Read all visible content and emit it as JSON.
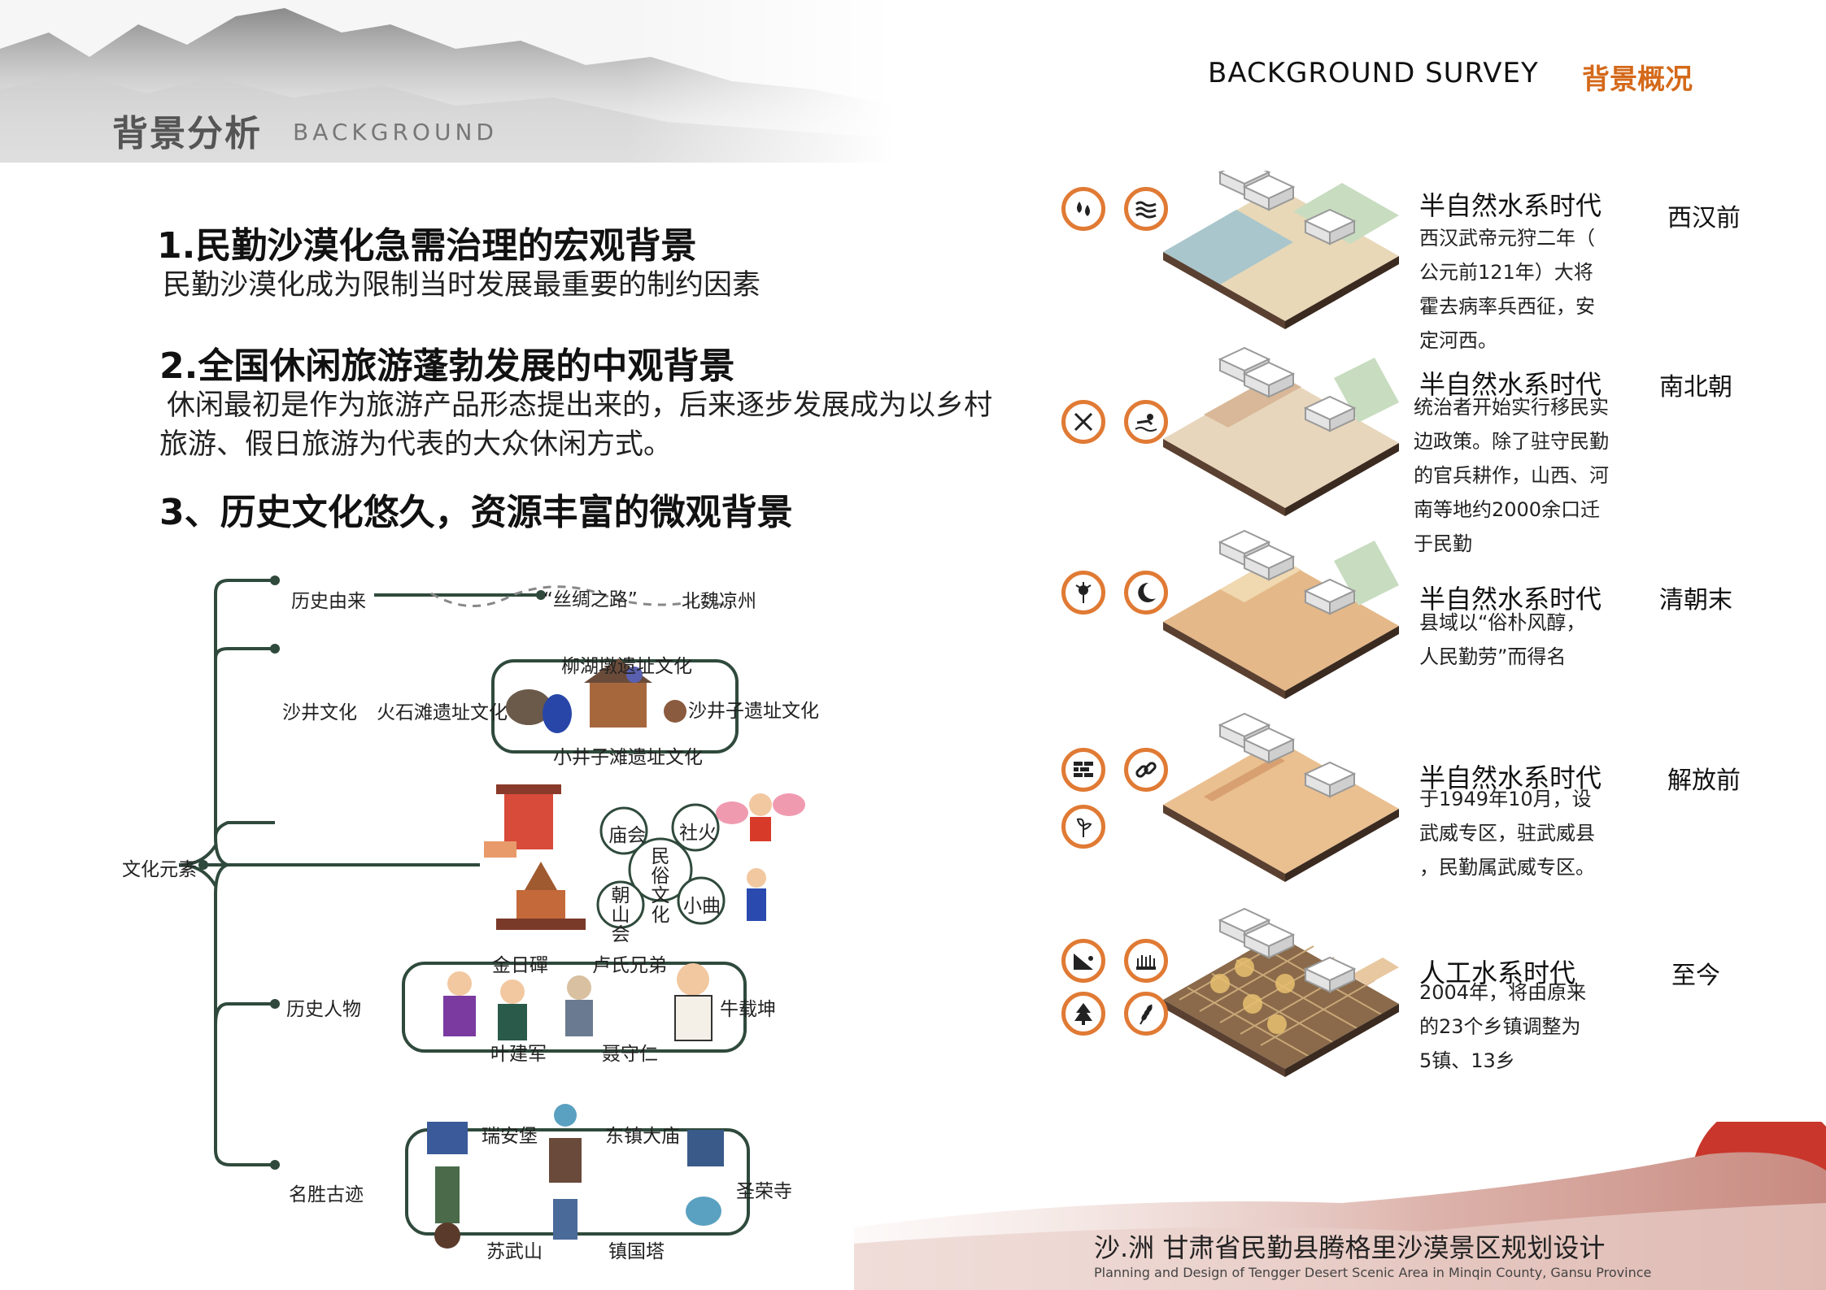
{
  "header": {
    "title_cn": "背景分析",
    "title_en": "BACKGROUND",
    "survey_en": "BACKGROUND SURVEY",
    "survey_cn": "背景概况"
  },
  "sections": [
    {
      "heading": "1.民勤沙漠化急需治理的宏观背景",
      "text": [
        "民勤沙漠化成为限制当时发展最重要的制约因素"
      ]
    },
    {
      "heading": "2.全国休闲旅游蓬勃发展的中观背景",
      "text": [
        "休闲最初是作为旅游产品形态提出来的，后来逐步发展成为以乡村",
        "旅游、假日旅游为代表的大众休闲方式。"
      ]
    },
    {
      "heading": "3、历史文化悠久，资源丰富的微观背景",
      "text": []
    }
  ],
  "mindmap": {
    "root": "文化元素",
    "branches": [
      {
        "label": "历史由来",
        "items": [
          "“丝绸之路”",
          "北魏凉州"
        ]
      },
      {
        "label": "沙井文化",
        "items": [
          "火石滩遗址文化",
          "柳湖墩遗址文化",
          "沙井子遗址文化",
          "小井子滩遗址文化"
        ]
      },
      {
        "label": "民俗文化",
        "items": [
          "庙会",
          "社火",
          "民俗文化",
          "朝山会",
          "小曲"
        ]
      },
      {
        "label": "历史人物",
        "items": [
          "金日磾",
          "卢氏兄弟",
          "牛载坤",
          "叶建军",
          "聂守仁"
        ]
      },
      {
        "label": "名胜古迹",
        "items": [
          "瑞安堡",
          "东镇大庙",
          "圣荣寺",
          "苏武山",
          "镇国塔"
        ]
      }
    ]
  },
  "eras": [
    {
      "title": "半自然水系时代",
      "period": "西汉前",
      "desc": [
        "西汉武帝元狩二年（",
        "公元前121年）大将",
        "霍去病率兵西征，安",
        "定河西。"
      ],
      "icons": [
        "water-drops-icon",
        "waves-icon"
      ]
    },
    {
      "title": "半自然水系时代",
      "period": "南北朝",
      "desc": [
        "统治者开始实行移民实",
        "边政策。除了驻守民勤",
        "的官兵耕作，山西、河",
        "南等地约2000余口迁",
        "于民勤"
      ],
      "icons": [
        "farming-tools-icon",
        "swimmer-icon"
      ]
    },
    {
      "title": "半自然水系时代",
      "period": "清朝末",
      "desc": [
        "县域以“俗朴风醇，",
        "人民勤劳”而得名"
      ],
      "icons": [
        "thistle-icon",
        "crescent-moon-icon"
      ]
    },
    {
      "title": "半自然水系时代",
      "period": "解放前",
      "desc": [
        "于1949年10月，设",
        "武威专区，驻武威县",
        "，民勤属武威专区。"
      ],
      "icons": [
        "brick-wall-icon",
        "chain-link-icon",
        "wilted-plant-icon"
      ]
    },
    {
      "title": "人工水系时代",
      "period": "至今",
      "desc": [
        "2004年，将由原来",
        "的23个乡镇调整为",
        "5镇、13乡"
      ],
      "icons": [
        "landslide-icon",
        "grass-icon",
        "pine-tree-icon",
        "wheat-icon"
      ]
    }
  ],
  "footer": {
    "title_cn": "沙.洲  甘肃省民勤县腾格里沙漠景区规划设计",
    "title_en": "Planning and Design of Tengger Desert Scenic Area in Minqin County, Gansu Province"
  },
  "colors": {
    "accent": "#e07a34",
    "survey_cn": "#d4691a",
    "mindmap_line": "#2f4a3c",
    "footer_red": "#c9362b"
  }
}
